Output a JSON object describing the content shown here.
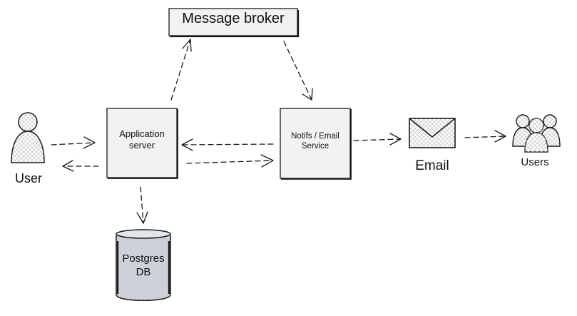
{
  "nodes": {
    "message_broker": "Message broker",
    "application_server": "Application\nserver",
    "notification_service": "Notifs / Email\nService",
    "database": "Postgres\nDB",
    "user": "User",
    "email": "Email",
    "users": "Users"
  },
  "edges": [
    {
      "from": "user",
      "to": "application_server"
    },
    {
      "from": "application_server",
      "to": "user"
    },
    {
      "from": "application_server",
      "to": "message_broker"
    },
    {
      "from": "message_broker",
      "to": "notification_service"
    },
    {
      "from": "notification_service",
      "to": "application_server"
    },
    {
      "from": "application_server",
      "to": "notification_service"
    },
    {
      "from": "application_server",
      "to": "database"
    },
    {
      "from": "notification_service",
      "to": "email"
    },
    {
      "from": "email",
      "to": "users"
    }
  ],
  "colors": {
    "stroke": "#1a1a1a",
    "box_fill": "#f2f2f2",
    "db_fill": "#ced2da",
    "hatch": "#c9c9c9"
  }
}
